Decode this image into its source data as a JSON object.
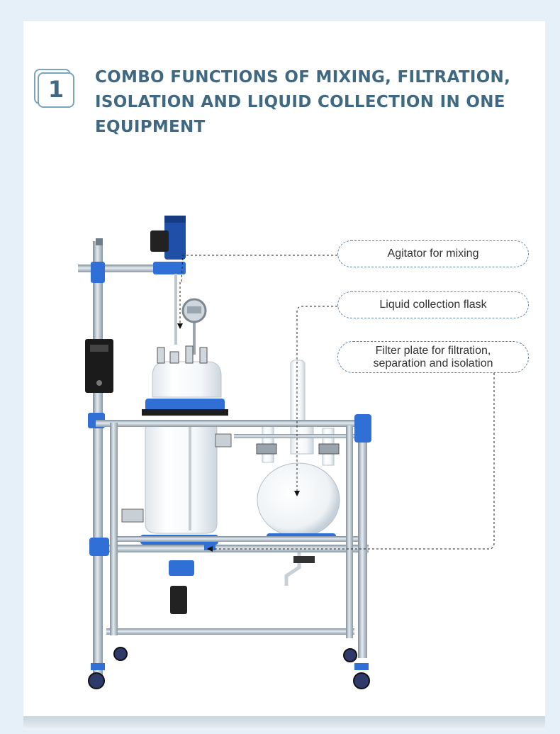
{
  "step_number": "1",
  "heading": "COMBO FUNCTIONS OF MIXING, FILTRATION, ISOLATION AND LIQUID COLLECTION IN ONE EQUIPMENT",
  "callouts": {
    "agitator": "Agitator for mixing",
    "flask": "Liquid collection flask",
    "filter_line1": "Filter plate for filtration,",
    "filter_line2": "separation and isolation"
  },
  "colors": {
    "heading": "#3f6882",
    "frame": "#a9b8c4",
    "clamp": "#2f6fd6",
    "background": "#e6f0f8"
  }
}
